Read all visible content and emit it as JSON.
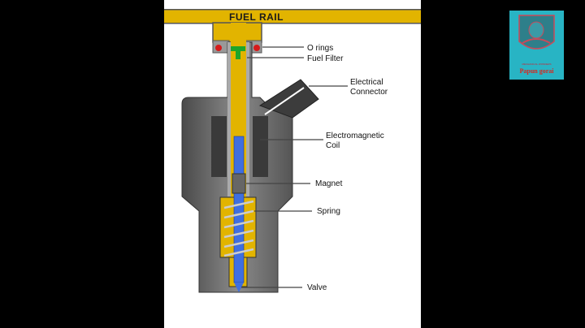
{
  "diagram": {
    "title": "FUEL RAIL",
    "labels": {
      "o_rings": "O rings",
      "fuel_filter": "Fuel Filter",
      "electrical_connector_1": "Electrical",
      "electrical_connector_2": "Connector",
      "coil_1": "Electromagnetic",
      "coil_2": "Coil",
      "magnet": "Magnet",
      "spring": "Spring",
      "valve": "Valve"
    },
    "colors": {
      "fuel": "#e2b400",
      "body": "#6b6b6b",
      "coil": "#3a3a3a",
      "plunger": "#3f6fe0",
      "filter": "#1ea52a",
      "o_ring": "#d61a1a"
    }
  },
  "watermark": {
    "subtitle": "MECHANICAL WONDERS",
    "name": "Papun gorai"
  }
}
